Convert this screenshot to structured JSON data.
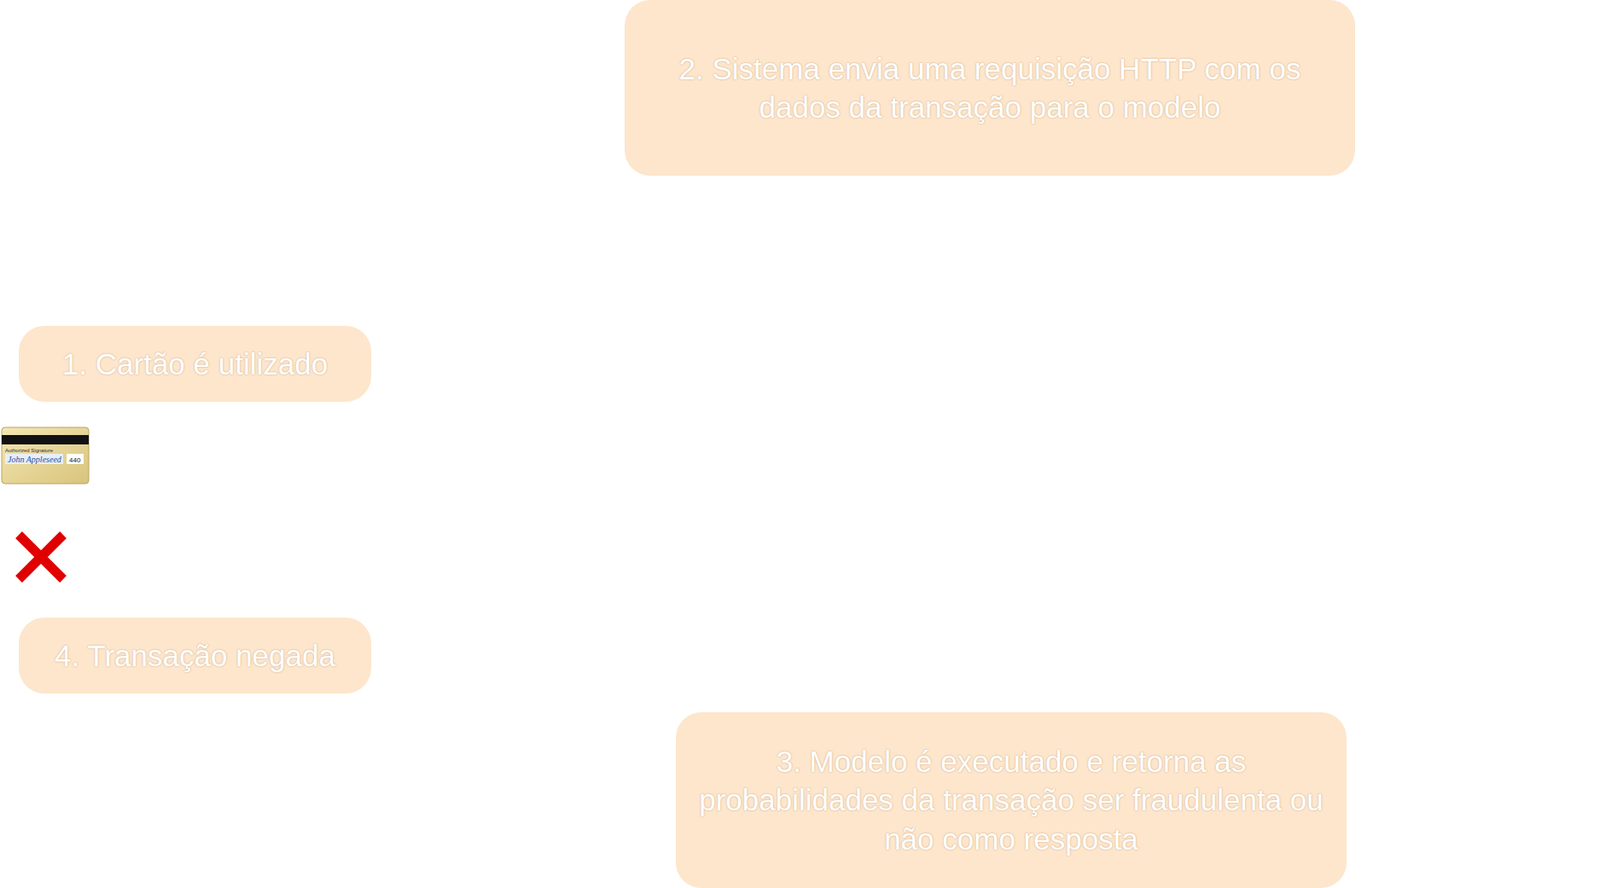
{
  "diagram": {
    "nodes": [
      {
        "text": [
          "1. Cartão é utilizado"
        ]
      },
      {
        "text": [
          "2. Sistema envia uma requisição HTTP com os dados da transação para o modelo"
        ]
      },
      {
        "text": [
          "3. Modelo é executado e retorna as probabilidades da transação ser fraudulenta ou não como resposta"
        ]
      },
      {
        "text": [
          "4. Transação negada"
        ]
      }
    ],
    "labels": [
      "Authorized Signature",
      "John Appleseed",
      "440"
    ]
  }
}
